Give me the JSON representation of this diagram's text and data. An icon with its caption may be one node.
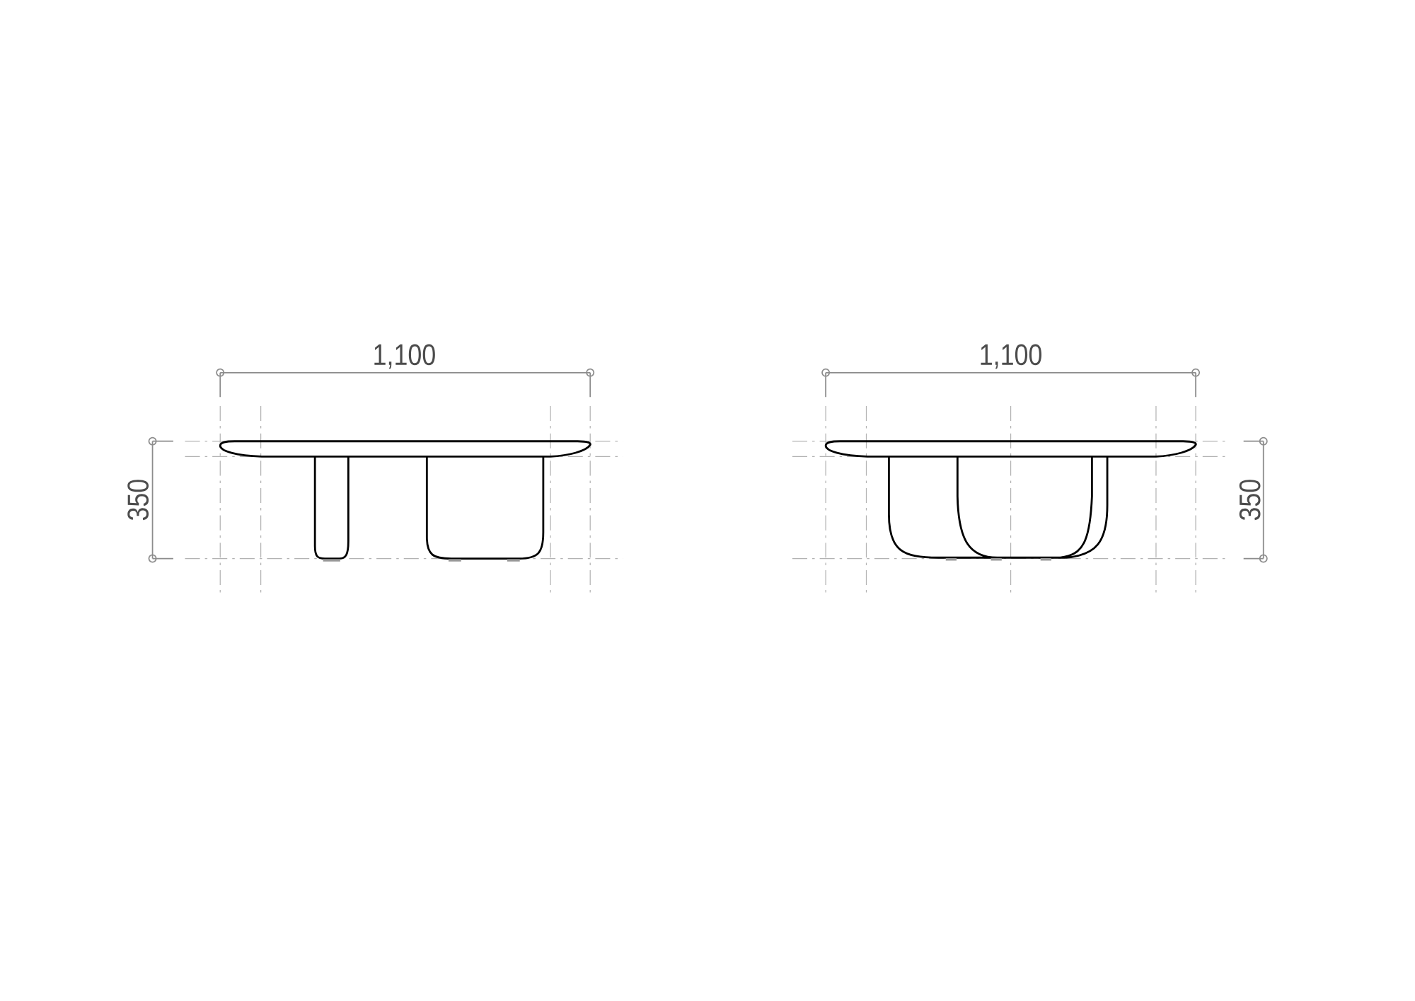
{
  "diagram": {
    "labels": [
      "1,100",
      "1,100",
      "350",
      "350"
    ]
  }
}
